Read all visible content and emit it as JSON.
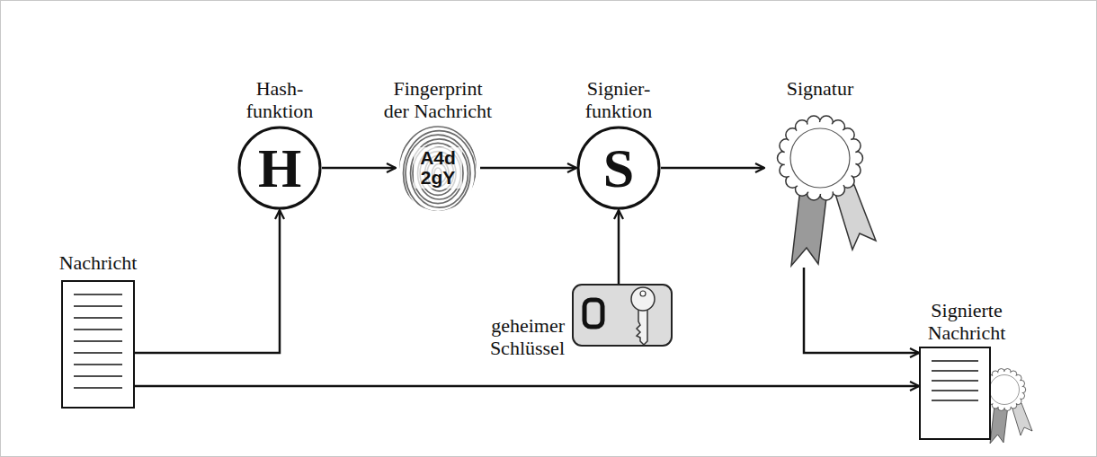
{
  "diagram": {
    "nodes": [
      {
        "text": [
          "Hash- funktion",
          "H"
        ]
      },
      {
        "text": [
          "Fingerprint der Nachricht",
          "A4d 2gY"
        ]
      },
      {
        "text": [
          "Signier- funktion",
          "S"
        ]
      },
      {
        "text": [
          "Signatur"
        ]
      },
      {
        "text": [
          "Nachricht"
        ]
      },
      {
        "text": [
          "geheimer Schlüssel"
        ]
      },
      {
        "text": [
          "Signierte Nachricht"
        ]
      }
    ],
    "edges": [
      {
        "from": 4,
        "to": 0,
        "arrow": "to"
      },
      {
        "from": 0,
        "to": 1,
        "arrow": "to"
      },
      {
        "from": 1,
        "to": 2,
        "arrow": "to"
      },
      {
        "from": 5,
        "to": 2,
        "arrow": "to"
      },
      {
        "from": 2,
        "to": 3,
        "arrow": "to"
      },
      {
        "from": 3,
        "to": 6,
        "arrow": "to"
      },
      {
        "from": 4,
        "to": 6,
        "arrow": "to"
      }
    ]
  }
}
